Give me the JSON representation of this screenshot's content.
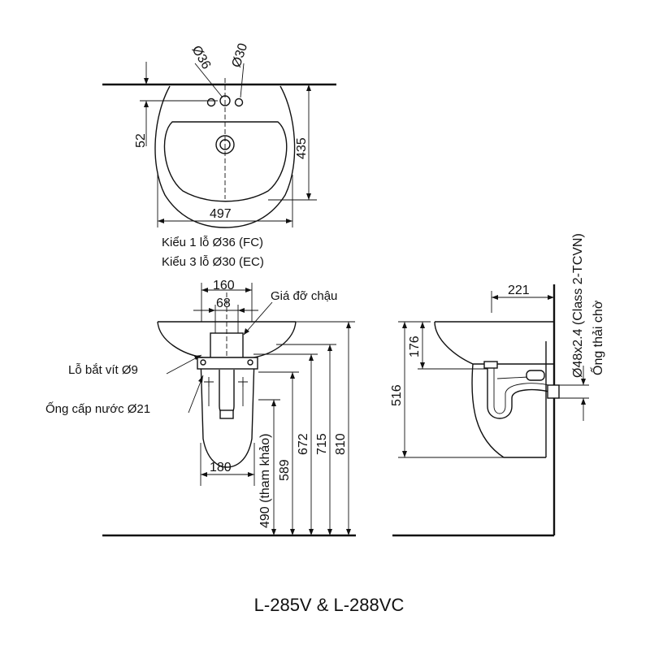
{
  "top_view": {
    "hole_large": "Ø36",
    "hole_small": "Ø30",
    "depth": "52",
    "length": "435",
    "width": "497",
    "note_1": "Kiểu 1 lỗ Ø36 (FC)",
    "note_2": "Kiểu 3 lỗ Ø30 (EC)"
  },
  "front_view": {
    "bracket_span": "160",
    "bracket_inner": "68",
    "bracket_label": "Giá đỡ chậu",
    "screw_hole_label": "Lỗ bắt vít Ø9",
    "supply_pipe_label": "Ống cấp nước Ø21",
    "pedestal_width": "180",
    "h_reference": "490 (tham khảo)",
    "h_589": "589",
    "h_672": "672",
    "h_715": "715",
    "h_810": "810"
  },
  "side_view": {
    "projection": "221",
    "basin_depth": "176",
    "pedestal_height": "516",
    "drain_pipe_spec": "Ø48x2.4 (Class 2-TCVN)",
    "drain_pipe_label": "Ống thải chờ"
  },
  "model_title": "L-285V & L-288VC"
}
